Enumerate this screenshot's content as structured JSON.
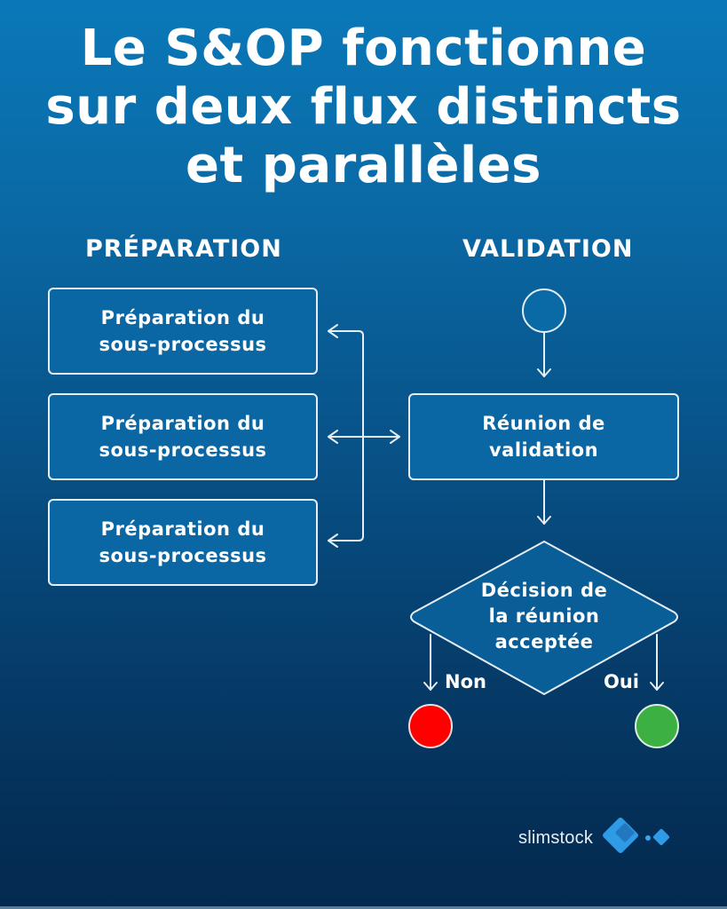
{
  "title": {
    "lines": [
      "Le S&OP fonctionne",
      "sur deux flux distincts",
      "et parallèles"
    ]
  },
  "columns": {
    "preparation": {
      "heading": "PRÉPARATION",
      "boxes": [
        {
          "line1": "Préparation du",
          "line2": "sous-processus"
        },
        {
          "line1": "Préparation du",
          "line2": "sous-processus"
        },
        {
          "line1": "Préparation du",
          "line2": "sous-processus"
        }
      ]
    },
    "validation": {
      "heading": "VALIDATION",
      "meeting": {
        "line1": "Réunion de",
        "line2": "validation"
      },
      "decision": {
        "line1": "Décision de",
        "line2": "la réunion",
        "line3": "acceptée"
      },
      "no_label": "Non",
      "yes_label": "Oui"
    }
  },
  "colors": {
    "bg_top": "#0a78b8",
    "bg_bottom": "#042a4f",
    "box_fill": "#0a67a3",
    "stroke": "#e6eef5",
    "no_end": "#ff0000",
    "yes_end": "#3cb043",
    "logo_blue": "#2f9be6"
  },
  "logo": {
    "text": "slimstock"
  }
}
